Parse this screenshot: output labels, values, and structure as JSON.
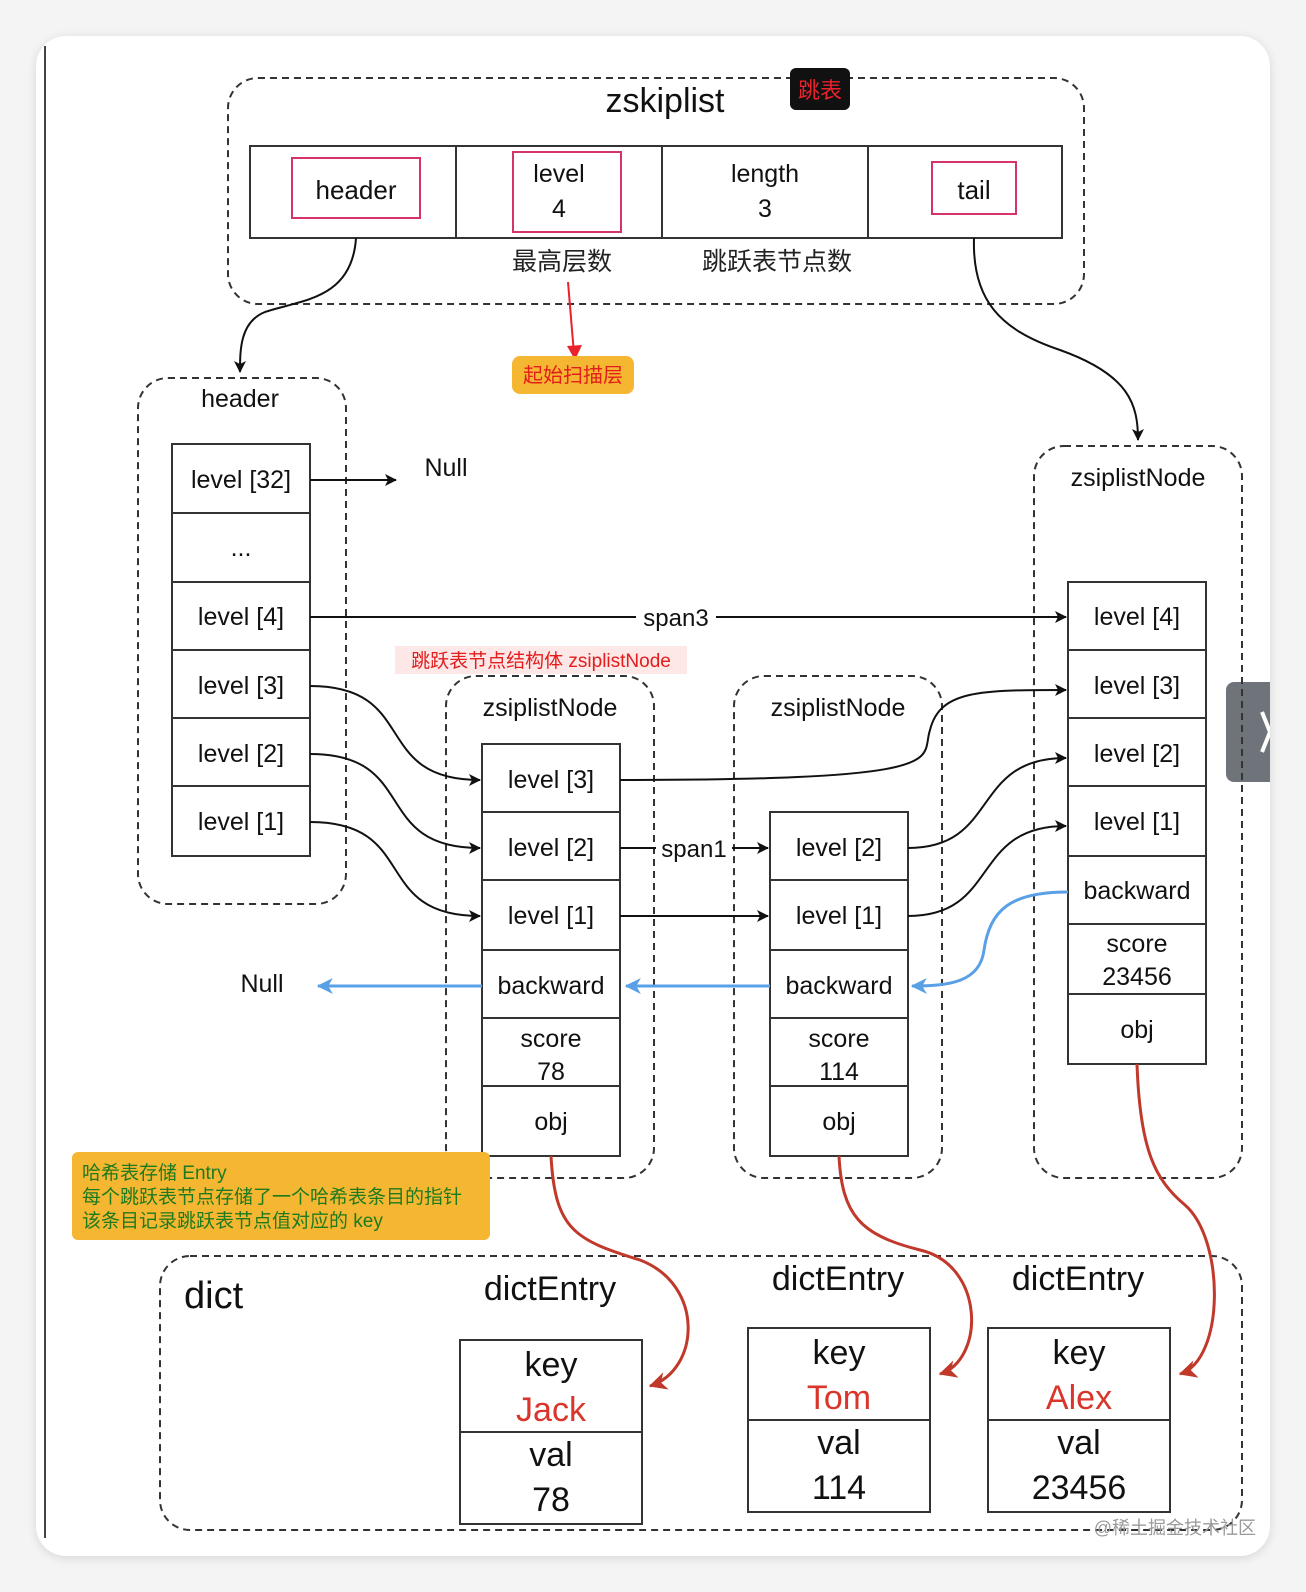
{
  "zskiplist": {
    "title": "zskiplist",
    "badge": "跳表",
    "fields": {
      "header": "header",
      "level_label": "level",
      "level_value": "4",
      "length_label": "length",
      "length_value": "3",
      "tail": "tail"
    },
    "note_level": "最高层数",
    "note_length": "跳跃表节点数"
  },
  "callout_start": "起始扫描层",
  "header_node": {
    "title": "header",
    "levels": [
      "level [32]",
      "...",
      "level [4]",
      "level [3]",
      "level [2]",
      "level [1]"
    ]
  },
  "null_top": "Null",
  "null_left": "Null",
  "span3": "span3",
  "span1": "span1",
  "struct_label": "跳跃表节点结构体 zsiplistNode",
  "nodes": [
    {
      "title": "zsiplistNode",
      "levels": [
        "level [3]",
        "level [2]",
        "level [1]"
      ],
      "backward": "backward",
      "score_label": "score",
      "score_value": "78",
      "obj": "obj"
    },
    {
      "title": "zsiplistNode",
      "levels": [
        "level [2]",
        "level [1]"
      ],
      "backward": "backward",
      "score_label": "score",
      "score_value": "114",
      "obj": "obj"
    },
    {
      "title": "zsiplistNode",
      "levels": [
        "level [4]",
        "level [3]",
        "level [2]",
        "level [1]"
      ],
      "backward": "backward",
      "score_label": "score",
      "score_value": "23456",
      "obj": "obj"
    }
  ],
  "hash_note": {
    "line1": "哈希表存储 Entry",
    "line2": "每个跳跃表节点存储了一个哈希表条目的指针",
    "line3": "该条目记录跳跃表节点值对应的 key"
  },
  "dict": {
    "title": "dict",
    "entries": [
      {
        "title": "dictEntry",
        "key_label": "key",
        "key_value": "Jack",
        "val_label": "val",
        "val_value": "78"
      },
      {
        "title": "dictEntry",
        "key_label": "key",
        "key_value": "Tom",
        "val_label": "val",
        "val_value": "114"
      },
      {
        "title": "dictEntry",
        "key_label": "key",
        "key_value": "Alex",
        "val_label": "val",
        "val_value": "23456"
      }
    ]
  },
  "watermark": "@稀土掘金技术社区",
  "colors": {
    "black_arrow": "#111111",
    "blue_arrow": "#5aa0e6",
    "red_arrow": "#c0392b",
    "highlight_border": "#d6336c",
    "dict_value_red": "#d9352b",
    "callout_fill": "#f5b731",
    "struct_label_bg": "#fde7e7",
    "struct_label_text": "#e31c1c",
    "note_text": "#1e7a1e"
  }
}
